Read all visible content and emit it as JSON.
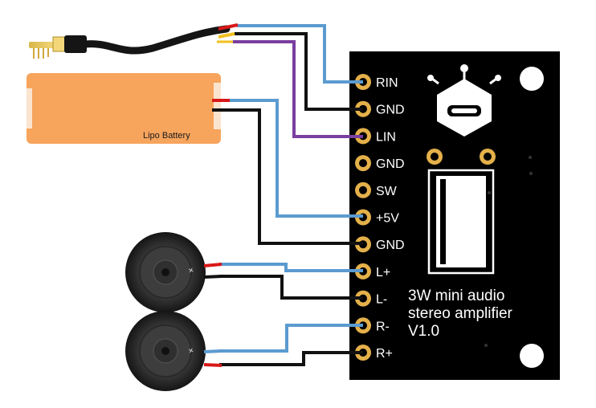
{
  "battery": {
    "label": "Lipo Battery"
  },
  "board": {
    "pins": [
      "RIN",
      "GND",
      "LIN",
      "GND",
      "SW",
      "+5V",
      "GND",
      "L+",
      "L-",
      "R-",
      "R+"
    ],
    "title_lines": [
      "3W mini audio",
      "stereo amplifier",
      "V1.0"
    ]
  },
  "colors": {
    "board": "#000000",
    "pad": "#e4b04a",
    "wire_blue": "#5b9bd0",
    "wire_black": "#111111",
    "wire_purple": "#7a3fa0",
    "wire_red": "#d81818",
    "wire_yellow": "#f0c020",
    "battery": "#f7a45d"
  },
  "icons": {
    "audio_jack": "audio-jack-icon",
    "speaker": "speaker-icon",
    "logo": "robot-logo-icon"
  }
}
